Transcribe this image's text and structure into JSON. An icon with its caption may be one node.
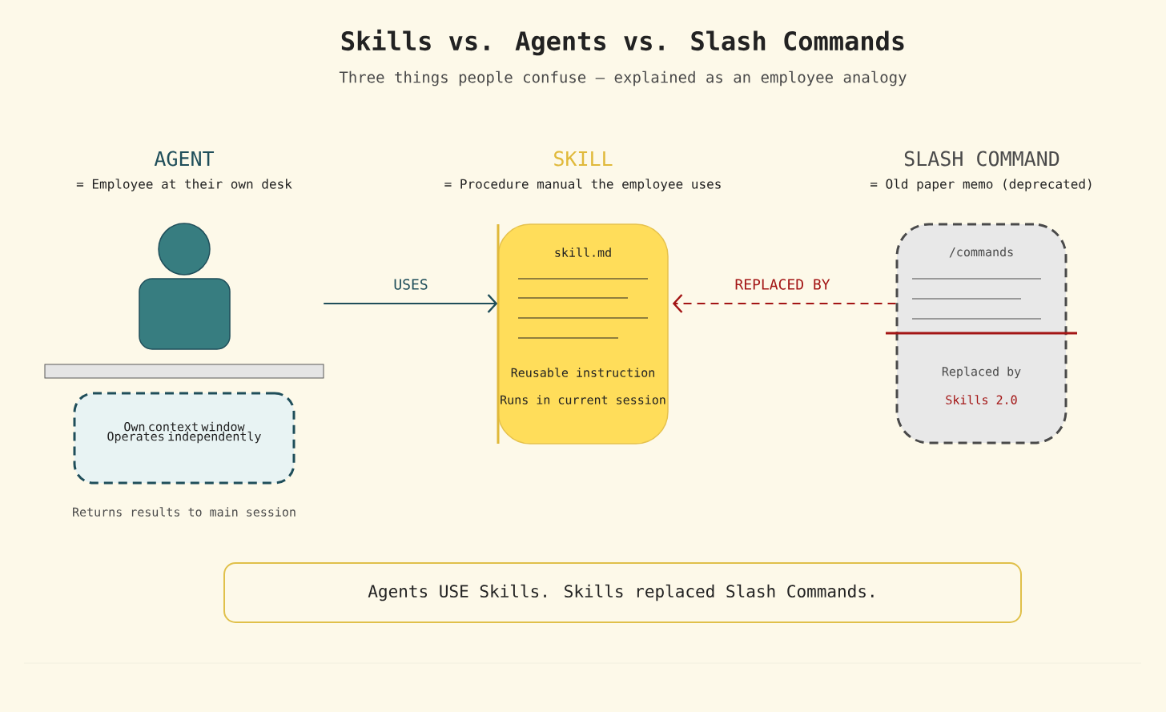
{
  "diagram": {
    "title": "Skills vs. Agents vs. Slash Commands",
    "nodes": [
      {
        "text": [],
        "shape": "person"
      },
      {
        "text": [
          "Own context window Operates independently"
        ],
        "beside": [
          "Returns results to main session"
        ]
      },
      {
        "text": [
          "skill.md",
          "Reusable instruction",
          "Runs in current session"
        ]
      },
      {
        "text": [
          "/commands",
          "Replaced by",
          "Skills 2.0"
        ]
      },
      {
        "text": [
          "Agents USE Skills. Skills replaced Slash Commands."
        ]
      }
    ],
    "edges": [
      {
        "from": 0,
        "to": 2,
        "arrow": "to",
        "label": "USES"
      },
      {
        "from": 3,
        "to": 2,
        "arrow": "to",
        "label": "REPLACED BY",
        "style": "dashed",
        "color": "#a31515"
      }
    ],
    "labels": [
      "Three things people confuse — explained as an employee analogy",
      "AGENT",
      "= Employee at their own desk",
      "SKILL",
      "= Procedure manual the employee uses",
      "SLASH COMMAND",
      "= Old paper memo (deprecated)"
    ]
  }
}
